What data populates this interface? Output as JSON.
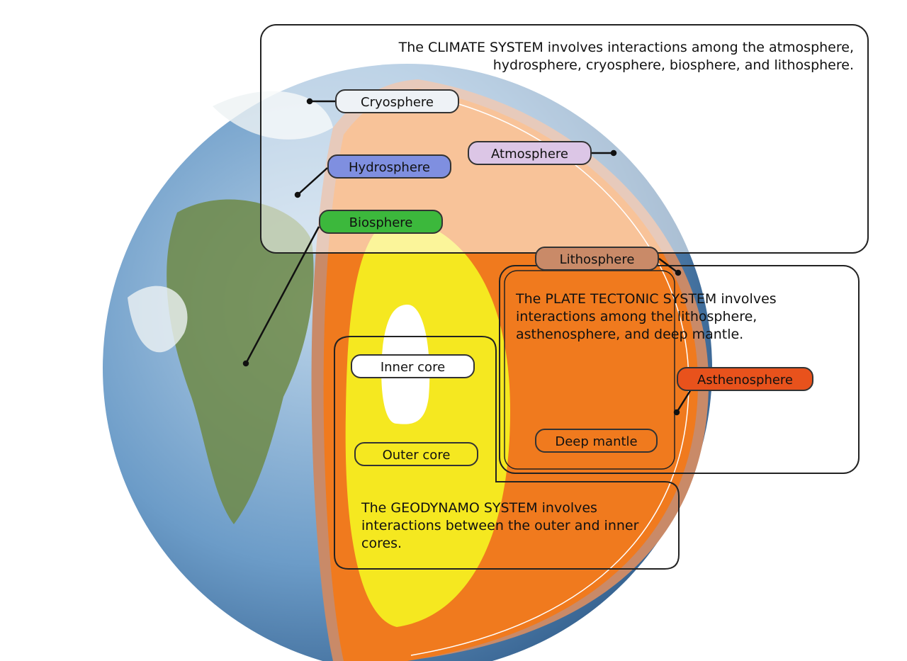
{
  "captions": {
    "climate": "The CLIMATE SYSTEM involves interactions among the atmosphere, hydrosphere, cryosphere, biosphere, and lithosphere.",
    "plate": "The PLATE TECTONIC SYSTEM involves interactions among the lithosphere, asthenosphere, and deep mantle.",
    "geodynamo": "The GEODYNAMO SYSTEM involves interactions between the outer and inner cores."
  },
  "labels": {
    "cryosphere": {
      "text": "Cryosphere",
      "color": "#eef2f6"
    },
    "hydrosphere": {
      "text": "Hydrosphere",
      "color": "#7f8fe0"
    },
    "atmosphere": {
      "text": "Atmosphere",
      "color": "#dcc6e6"
    },
    "biosphere": {
      "text": "Biosphere",
      "color": "#3cb83c"
    },
    "lithosphere": {
      "text": "Lithosphere",
      "color": "#c98a68"
    },
    "asthenosphere": {
      "text": "Asthenosphere",
      "color": "#e8521c"
    },
    "deep_mantle": {
      "text": "Deep mantle",
      "color": "#f07a1e"
    },
    "inner_core": {
      "text": "Inner core",
      "color": "#ffffff"
    },
    "outer_core": {
      "text": "Outer core",
      "color": "#f5e820"
    }
  }
}
